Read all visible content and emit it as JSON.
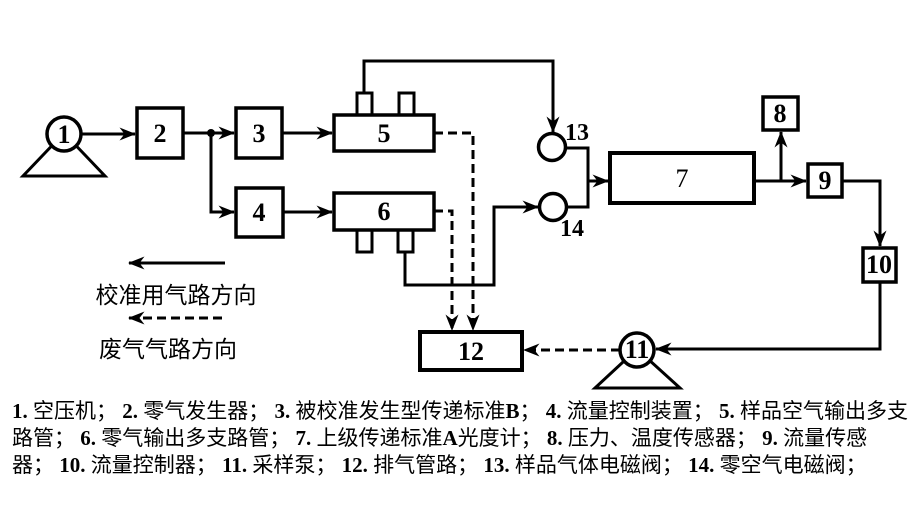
{
  "colors": {
    "ink": "#000000",
    "background": "#ffffff"
  },
  "diagram": {
    "nodes": {
      "c1": "1",
      "b2": "2",
      "b3": "3",
      "b4": "4",
      "b5": "5",
      "b6": "6",
      "b7": "7",
      "b8": "8",
      "b9": "9",
      "b10": "10",
      "c11": "11",
      "b12": "12",
      "v13": "13",
      "v14": "14"
    },
    "legend": {
      "solid_label": "校准用气路方向",
      "dashed_label": "废气气路方向"
    }
  },
  "caption": {
    "items": [
      {
        "num": "1.",
        "text": "空压机；"
      },
      {
        "num": "2.",
        "text": "零气发生器；"
      },
      {
        "num": "3.",
        "text": "被校准发生型传递标准",
        "bold": "B",
        "tail": "；"
      },
      {
        "num": "4.",
        "text": "流量控制装置；"
      },
      {
        "num": "5.",
        "text": "样品空气输出多支路管；"
      },
      {
        "num": "6.",
        "text": "零气输出多支路管；"
      },
      {
        "num": "7.",
        "text": "上级传递标准",
        "bold": "A",
        "tail": "光度计；"
      },
      {
        "num": "8.",
        "text": "压力、温度传感器；"
      },
      {
        "num": "9.",
        "text": "流量传感器；"
      },
      {
        "num": "10.",
        "text": "流量控制器；"
      },
      {
        "num": "11.",
        "text": "采样泵；"
      },
      {
        "num": "12.",
        "text": "排气管路；"
      },
      {
        "num": "13.",
        "text": "样品气体电磁阀；"
      },
      {
        "num": "14.",
        "text": "零空气电磁阀；"
      }
    ]
  }
}
